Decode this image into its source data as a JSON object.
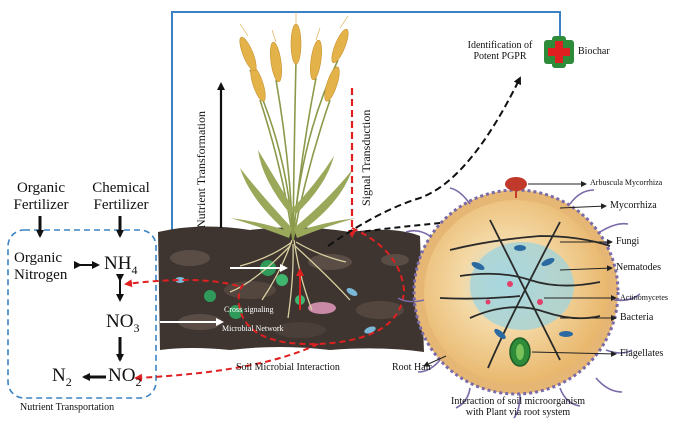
{
  "labels": {
    "organic_fertilizer": [
      "Organic",
      "Fertilizer"
    ],
    "chemical_fertilizer": [
      "Chemical",
      "Fertilizer"
    ],
    "organic_nitrogen": [
      "Organic",
      "Nitrogen"
    ],
    "nh": "NH",
    "nh_sub": "4",
    "no3": "NO",
    "no3_sub": "3",
    "no2": "NO",
    "no2_sub": "2",
    "n2": "N",
    "n2_sub": "2",
    "nutrient_transportation": "Nutrient Transportation",
    "nutrient_transformation": "Nutrient Transformation",
    "signal_transduction": "Signal Transduction",
    "identification": [
      "Identification of",
      "Potent PGPR"
    ],
    "biochar": "Biochar",
    "cross_signaling": "Cross signaling",
    "microbial_network": "Microbial Network",
    "soil_microbial_interaction": "Soil Microbial Interaction",
    "root_hair": "Root Hair",
    "interaction_caption": [
      "Interaction of soil microorganism",
      "with Plant via root system"
    ],
    "arbuscula_mycorrhiza": "Arbuscula Mycorrhiza",
    "mycorrhiza": "Mycorrhiza",
    "fungi": "Fungi",
    "nematodes": "Nematodes",
    "actinomycetes": "Actinomycetes",
    "bacteria": "Bacteria",
    "flagellates": "Flagellates"
  },
  "colors": {
    "blue_line": "#3b82c4",
    "red_dashed": "#e02020",
    "black": "#111111",
    "soil": "#3e3530",
    "biochar_green": "#2e8b3a",
    "biochar_red": "#e02020",
    "sphere": "#f2c98a"
  }
}
